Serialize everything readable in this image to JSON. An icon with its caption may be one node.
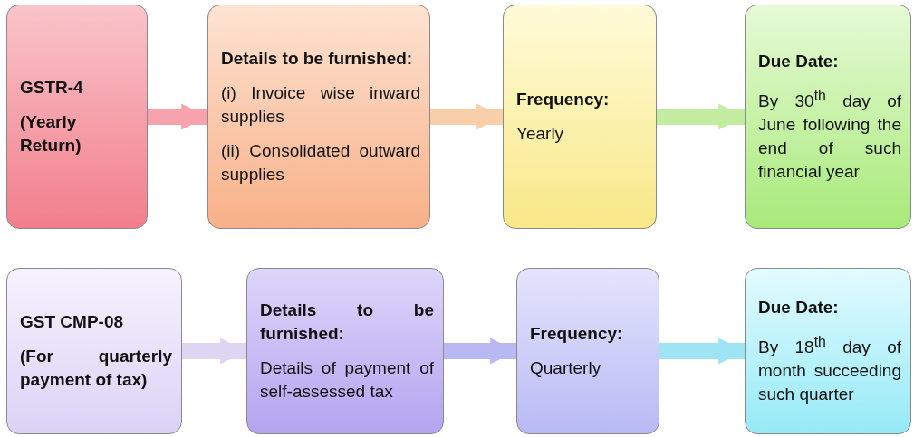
{
  "diagram": {
    "nodes": [
      {
        "text": [
          "GSTR-4",
          "(Yearly Return)"
        ]
      },
      {
        "text": [
          "Details to be furnished:",
          "(i) Invoice wise inward supplies",
          "(ii) Consolidated outward supplies"
        ]
      },
      {
        "text": [
          "Frequency:",
          "Yearly"
        ]
      },
      {
        "text": [
          "Due Date:",
          "By 30$^{th}$ day of June following the end of such financial year"
        ]
      },
      {
        "text": [
          "GST CMP-08",
          "(For quarterly payment of tax)"
        ]
      },
      {
        "text": [
          "Details to be furnished:",
          "Details of payment of self-assessed tax"
        ]
      },
      {
        "text": [
          "Frequency:",
          "Quarterly"
        ]
      },
      {
        "text": [
          "Due Date:",
          "By 18$^{th}$ day of month succeeding such quarter"
        ]
      }
    ],
    "edges": [
      {
        "from": 0,
        "to": 1,
        "arrow": "to"
      },
      {
        "from": 1,
        "to": 2,
        "arrow": "to"
      },
      {
        "from": 2,
        "to": 3,
        "arrow": "to"
      },
      {
        "from": 4,
        "to": 5,
        "arrow": "to"
      },
      {
        "from": 5,
        "to": 6,
        "arrow": "to"
      },
      {
        "from": 6,
        "to": 7,
        "arrow": "to"
      }
    ]
  }
}
